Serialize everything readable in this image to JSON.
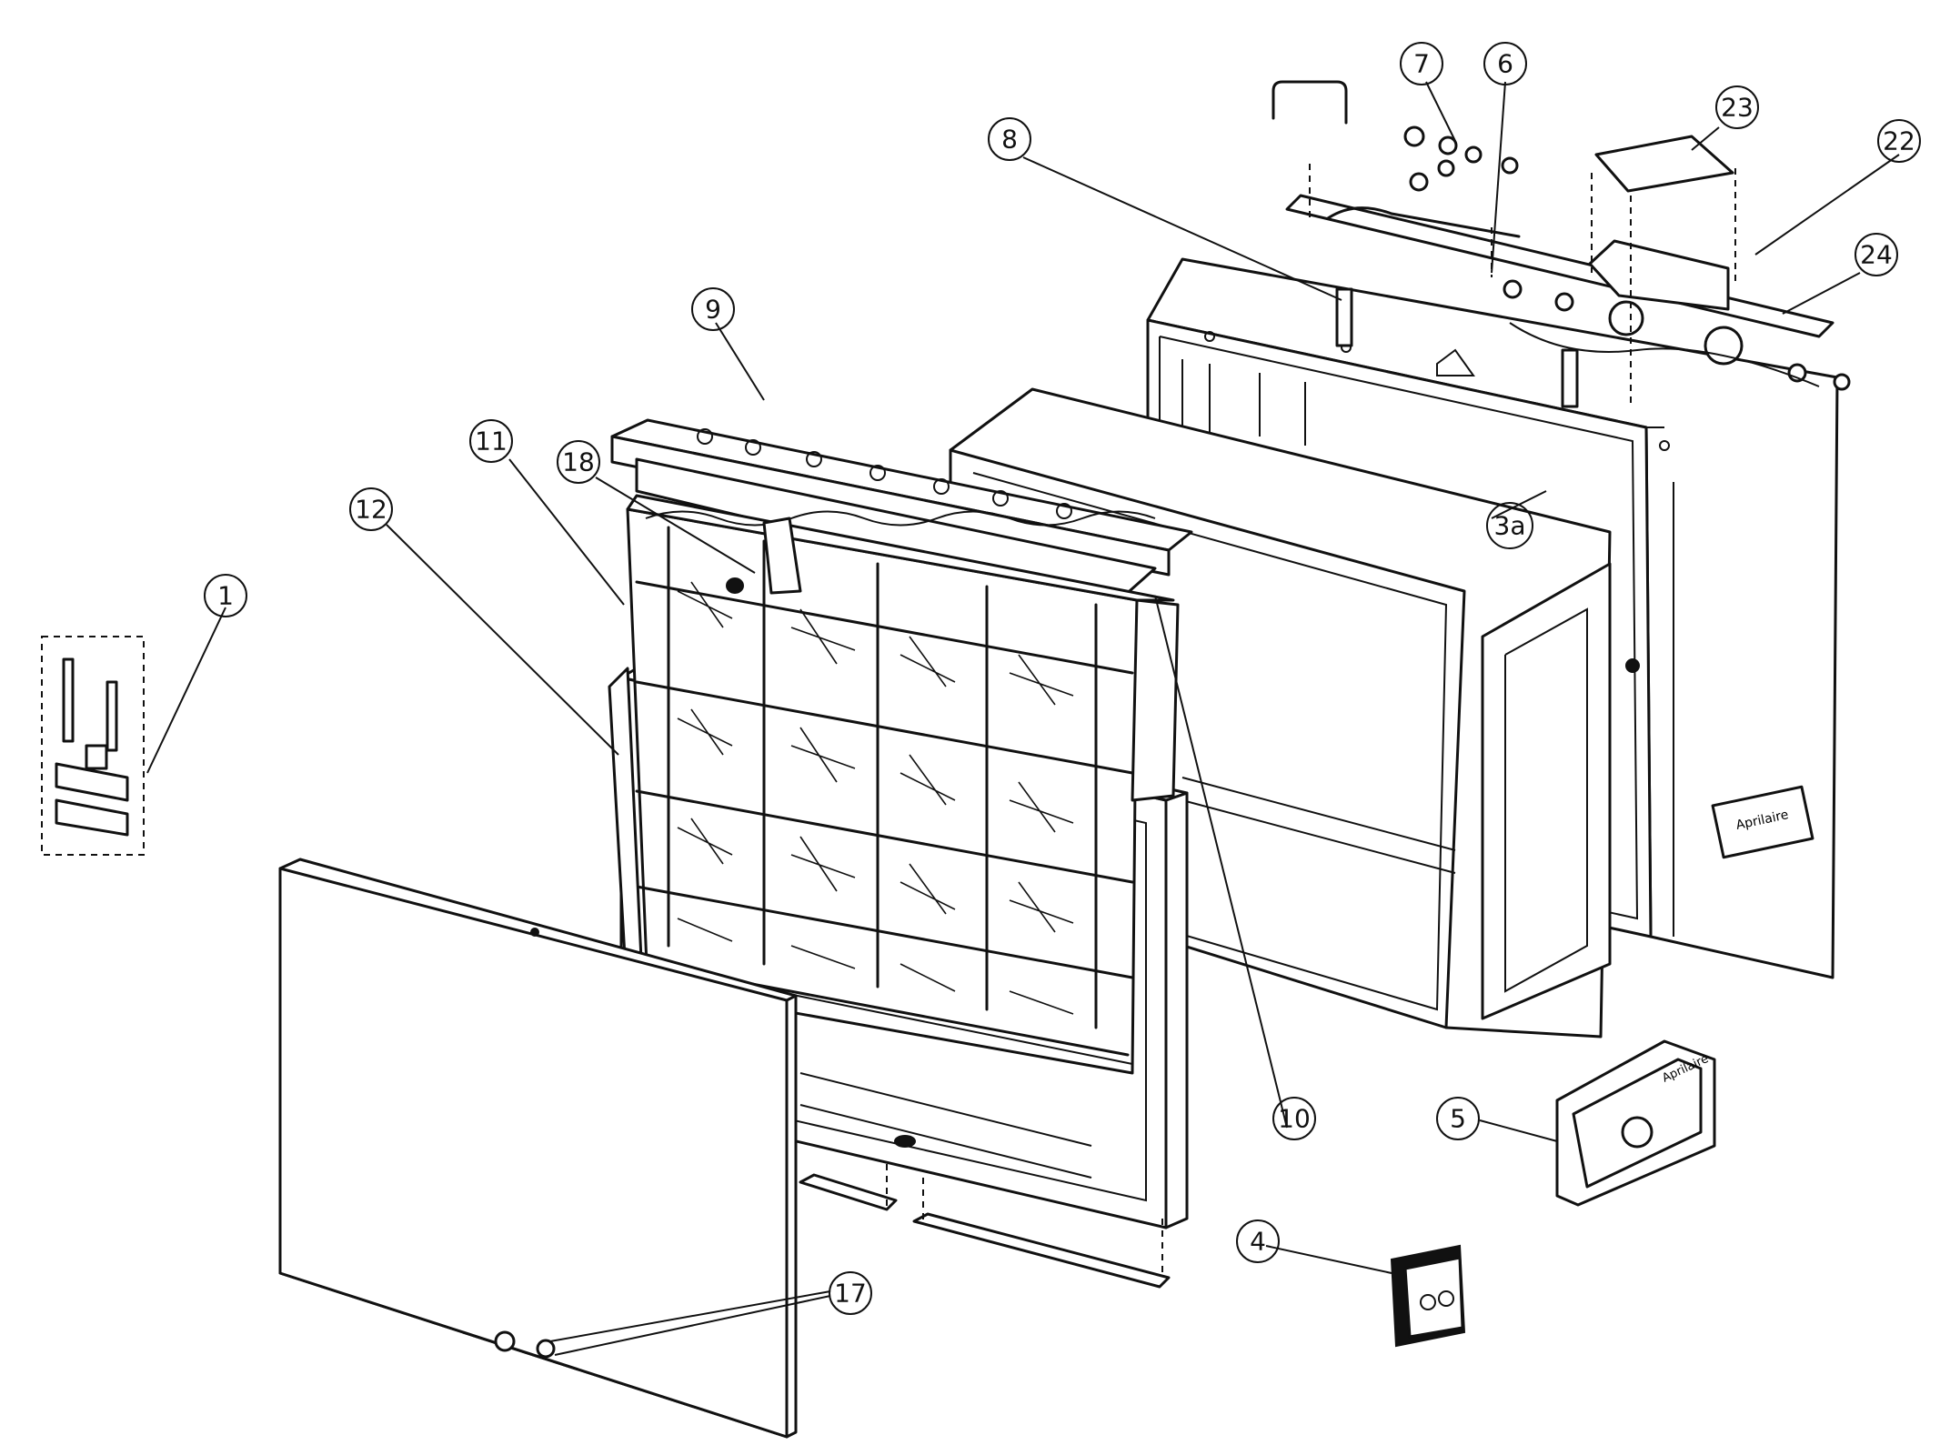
{
  "callouts": [
    {
      "id": "c1",
      "label": "1"
    },
    {
      "id": "c3a",
      "label": "3a"
    },
    {
      "id": "c4",
      "label": "4"
    },
    {
      "id": "c5",
      "label": "5"
    },
    {
      "id": "c6",
      "label": "6"
    },
    {
      "id": "c7",
      "label": "7"
    },
    {
      "id": "c8",
      "label": "8"
    },
    {
      "id": "c9",
      "label": "9"
    },
    {
      "id": "c10",
      "label": "10"
    },
    {
      "id": "c11",
      "label": "11"
    },
    {
      "id": "c12",
      "label": "12"
    },
    {
      "id": "c17",
      "label": "17"
    },
    {
      "id": "c18",
      "label": "18"
    },
    {
      "id": "c22",
      "label": "22"
    },
    {
      "id": "c23",
      "label": "23"
    },
    {
      "id": "c24",
      "label": "24"
    }
  ],
  "line_color": "#111111",
  "background": "#ffffff"
}
